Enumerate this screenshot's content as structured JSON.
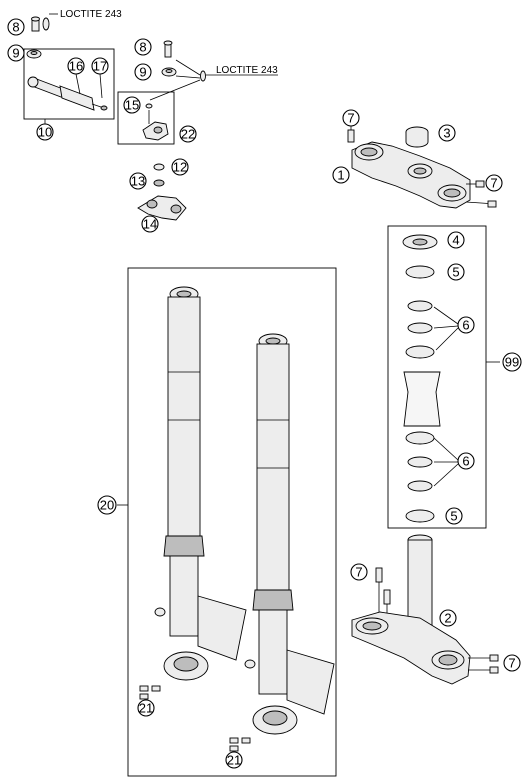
{
  "notes": {
    "loctite_top": "LOCTITE 243",
    "loctite_mid": "LOCTITE 243"
  },
  "callouts": {
    "c8a": "8",
    "c9a": "9",
    "c16": "16",
    "c17": "17",
    "c10": "10",
    "c8b": "8",
    "c9b": "9",
    "c15": "15",
    "c22": "22",
    "c12": "12",
    "c13": "13",
    "c14": "14",
    "c7a": "7",
    "c3": "3",
    "c1": "1",
    "c7b": "7",
    "c4": "4",
    "c5a": "5",
    "c6a": "6",
    "c99": "99",
    "c6b": "6",
    "c5b": "5",
    "c20": "20",
    "c21a": "21",
    "c21b": "21",
    "c7c": "7",
    "c2": "2",
    "c7d": "7"
  }
}
